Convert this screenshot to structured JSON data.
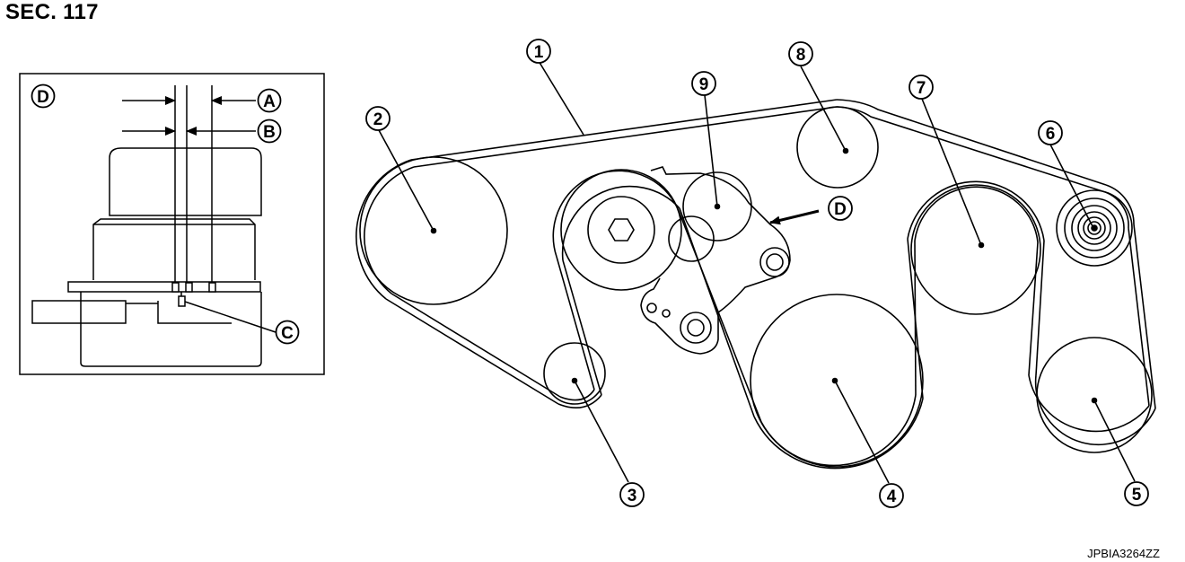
{
  "header": {
    "section": "SEC. 117"
  },
  "footer": {
    "ref_code": "JPBIA3264ZZ"
  },
  "detail_view": {
    "view_label": "D",
    "callouts": [
      "A",
      "B",
      "C"
    ]
  },
  "main_view": {
    "callouts": [
      "1",
      "2",
      "3",
      "4",
      "5",
      "6",
      "7",
      "8",
      "9"
    ],
    "view_arrow_label": "D"
  }
}
